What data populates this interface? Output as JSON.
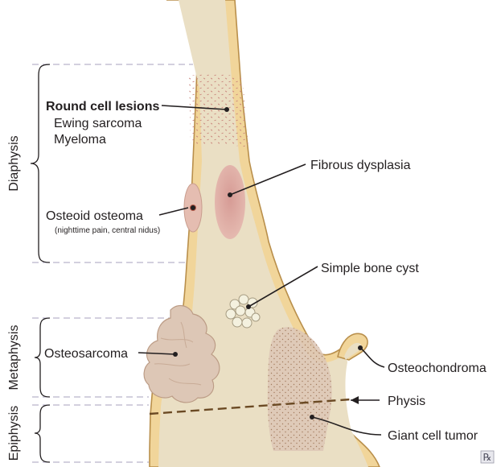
{
  "regions": {
    "diaphysis": "Diaphysis",
    "metaphysis": "Metaphysis",
    "epiphysis": "Epiphysis"
  },
  "labels": {
    "round_cell_title": "Round cell lesions",
    "ewing": "Ewing sarcoma",
    "myeloma": "Myeloma",
    "osteoid": "Osteoid osteoma",
    "osteoid_note": "(nighttime pain, central nidus)",
    "fibrous": "Fibrous dysplasia",
    "cyst": "Simple bone cyst",
    "osteosarcoma": "Osteosarcoma",
    "osteochondroma": "Osteochondroma",
    "physis": "Physis",
    "giant_cell": "Giant cell tumor"
  },
  "logo": "℞",
  "colors": {
    "bone_outer": "#f1d59a",
    "bone_outline": "#b98f4b",
    "marrow": "#eadfc4",
    "lesion_pink": "#d9a49d",
    "stipple": "#c8827a",
    "physis_line": "#6b4a24",
    "tumor": "#ddc7b6",
    "tumor_edge": "#bc9c86"
  }
}
